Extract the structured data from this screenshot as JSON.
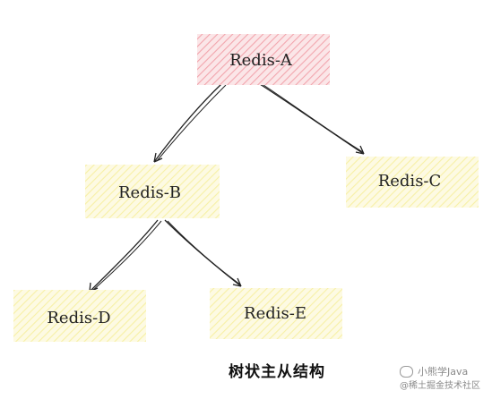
{
  "diagram": {
    "nodes": {
      "a": {
        "label": "Redis-A",
        "color": "#f2a5ad"
      },
      "b": {
        "label": "Redis-B",
        "color": "#f7f0a5"
      },
      "c": {
        "label": "Redis-C",
        "color": "#f7f0a5"
      },
      "d": {
        "label": "Redis-D",
        "color": "#f7f0a5"
      },
      "e": {
        "label": "Redis-E",
        "color": "#f7f0a5"
      }
    },
    "edges": [
      {
        "from": "Redis-A",
        "to": "Redis-B"
      },
      {
        "from": "Redis-A",
        "to": "Redis-C"
      },
      {
        "from": "Redis-B",
        "to": "Redis-D"
      },
      {
        "from": "Redis-B",
        "to": "Redis-E"
      }
    ],
    "caption": "树状主从结构"
  },
  "watermark": {
    "line1": "小熊学Java",
    "line2": "@稀土掘金技术社区"
  }
}
